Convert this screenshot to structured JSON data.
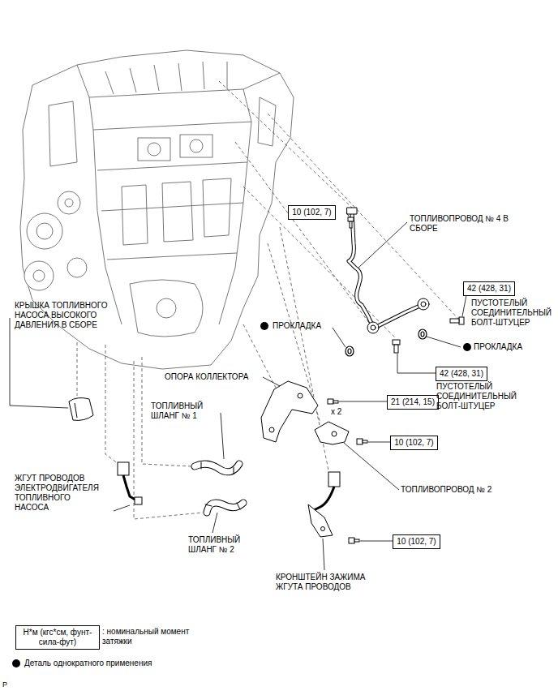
{
  "diagram": {
    "nodes": [
      {
        "text": [
          "10 (102, 7)"
        ]
      },
      {
        "text": [
          "42 (428, 31)"
        ]
      },
      {
        "text": [
          "42 (428, 31)"
        ]
      },
      {
        "text": [
          "21 (214, 15)"
        ]
      },
      {
        "text": [
          "10 (102, 7)"
        ]
      },
      {
        "text": [
          "10 (102, 7)"
        ]
      },
      {
        "text": [
          "Н*м (кгс*см, фунт-сила-фут)"
        ]
      }
    ],
    "labels": [
      "ТОПЛИВОПРОВОД № 4 В СБОРЕ",
      "ПУСТОТЕЛЫЙ СОЕДИНИТЕЛЬНЫЙ БОЛТ-ШТУЦЕР",
      "КРЫШКА ТОПЛИВНОГО НАСОСА ВЫСОКОГО ДАВЛЕНИЯ В СБОРЕ",
      "ПРОКЛАДКА",
      "ПРОКЛАДКА",
      "ПУСТОТЕЛЫЙ СОЕДИНИТЕЛЬНЫЙ БОЛТ-ШТУЦЕР",
      "ОПОРА КОЛЛЕКТОРА",
      "x 2",
      "ТОПЛИВНЫЙ ШЛАНГ № 1",
      "ТОПЛИВОПРОВОД № 2",
      "ЖГУТ ПРОВОДОВ ЭЛЕКТРОДВИГАТЕЛЯ ТОПЛИВНОГО НАСОСА",
      "ТОПЛИВНЫЙ ШЛАНГ № 2",
      "КРОНШТЕЙН ЗАЖИМА ЖГУТА ПРОВОДОВ",
      "P"
    ],
    "legend": [
      {
        "text": ": номинальный момент затяжки"
      },
      {
        "text": "Деталь однократного применения"
      }
    ]
  }
}
